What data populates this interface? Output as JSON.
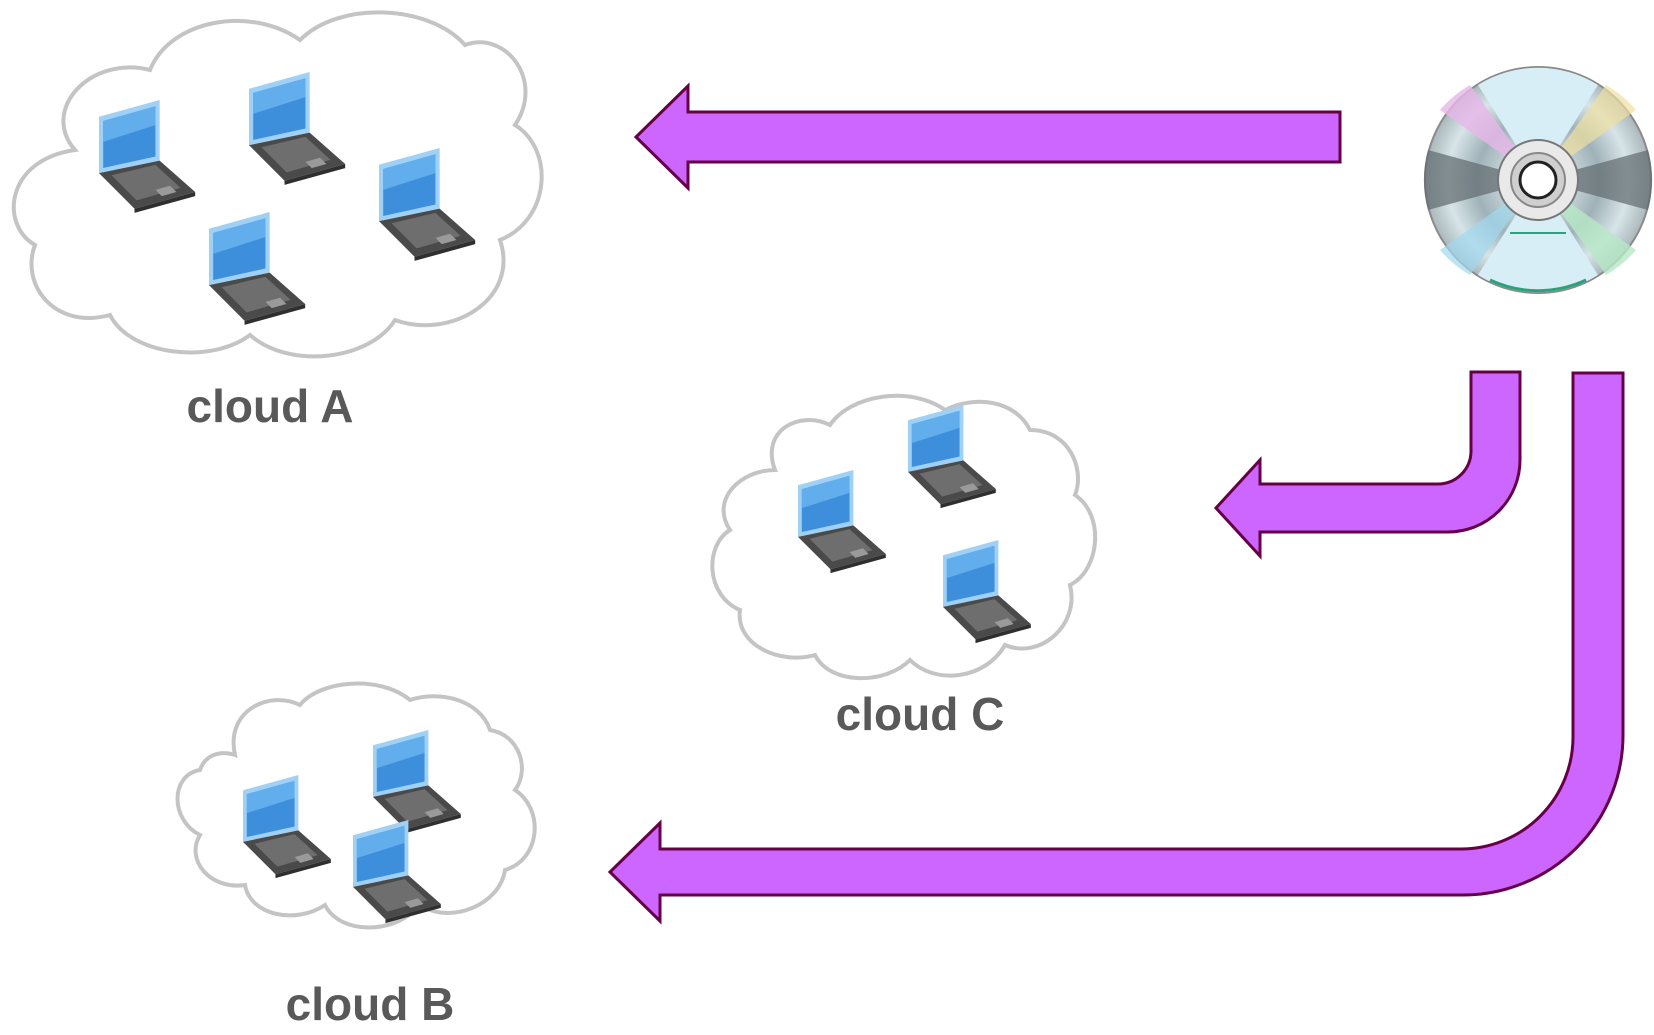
{
  "colors": {
    "background": "#ffffff",
    "arrow_fill": "#cc66ff",
    "arrow_stroke": "#660044",
    "cloud_stroke": "#c4c4c4",
    "label_text": "#595959",
    "laptop_screen": "#3d8fdc",
    "laptop_body": "#555555"
  },
  "source": {
    "icon": "cd-disc-icon"
  },
  "clouds": [
    {
      "id": "a",
      "label": "cloud A",
      "laptops": 4
    },
    {
      "id": "b",
      "label": "cloud B",
      "laptops": 3
    },
    {
      "id": "c",
      "label": "cloud C",
      "laptops": 3
    }
  ],
  "arrows": [
    {
      "from": "disc",
      "to": "cloud A"
    },
    {
      "from": "disc",
      "to": "cloud C"
    },
    {
      "from": "disc",
      "to": "cloud B"
    }
  ]
}
